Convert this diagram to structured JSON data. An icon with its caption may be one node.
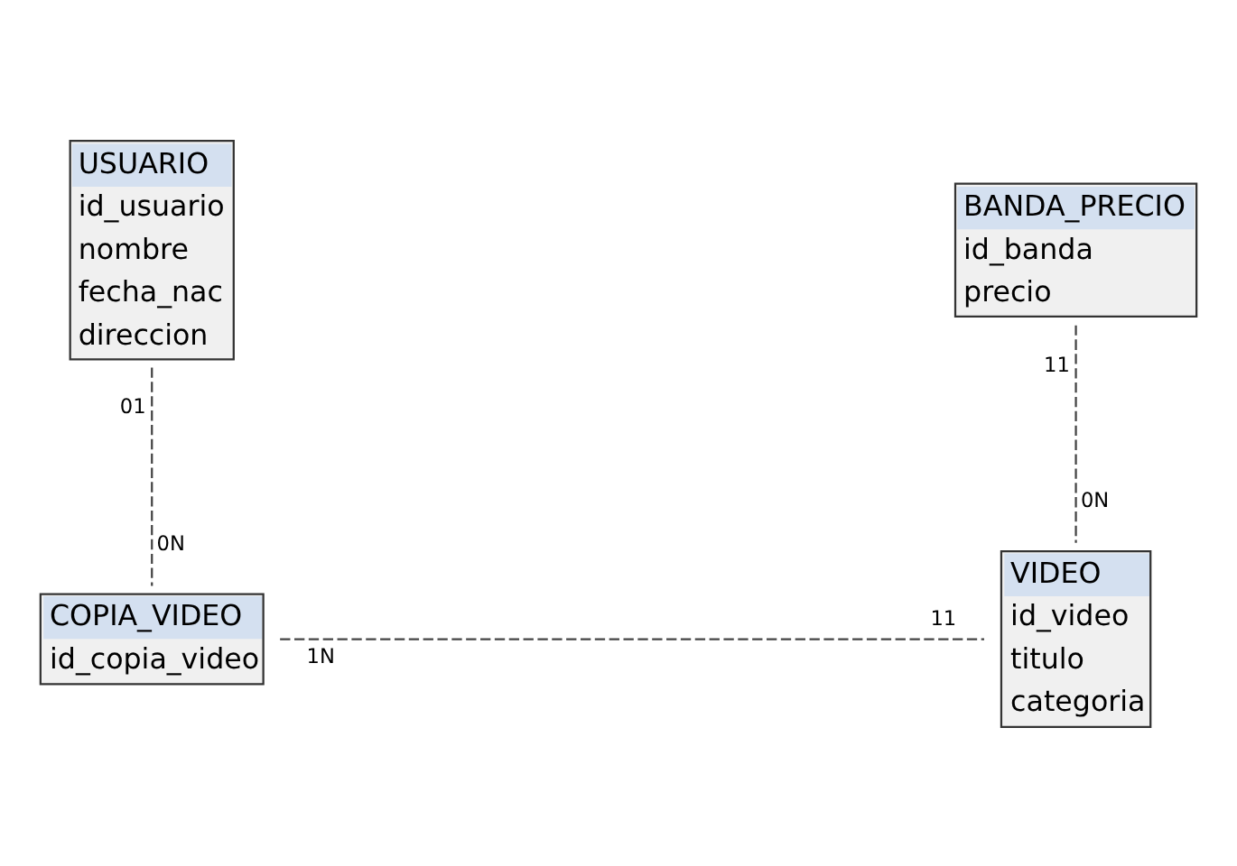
{
  "diagram": {
    "nodes": [
      {
        "text": [
          "USUARIO",
          "id_usuario",
          "nombre",
          "fecha_nac",
          "direccion"
        ]
      },
      {
        "text": [
          "BANDA_PRECIO",
          "id_banda",
          "precio"
        ]
      },
      {
        "text": [
          "COPIA_VIDEO",
          "id_copia_video"
        ]
      },
      {
        "text": [
          "VIDEO",
          "id_video",
          "titulo",
          "categoria"
        ]
      }
    ],
    "edges": [
      {
        "from": 0,
        "to": 2,
        "arrow": "none",
        "style": "dashed"
      },
      {
        "from": 1,
        "to": 3,
        "arrow": "none",
        "style": "dashed"
      },
      {
        "from": 2,
        "to": 3,
        "arrow": "none",
        "style": "dashed"
      }
    ],
    "labels": [
      "11",
      "01",
      "0N",
      "0N",
      "1N",
      "11"
    ]
  }
}
